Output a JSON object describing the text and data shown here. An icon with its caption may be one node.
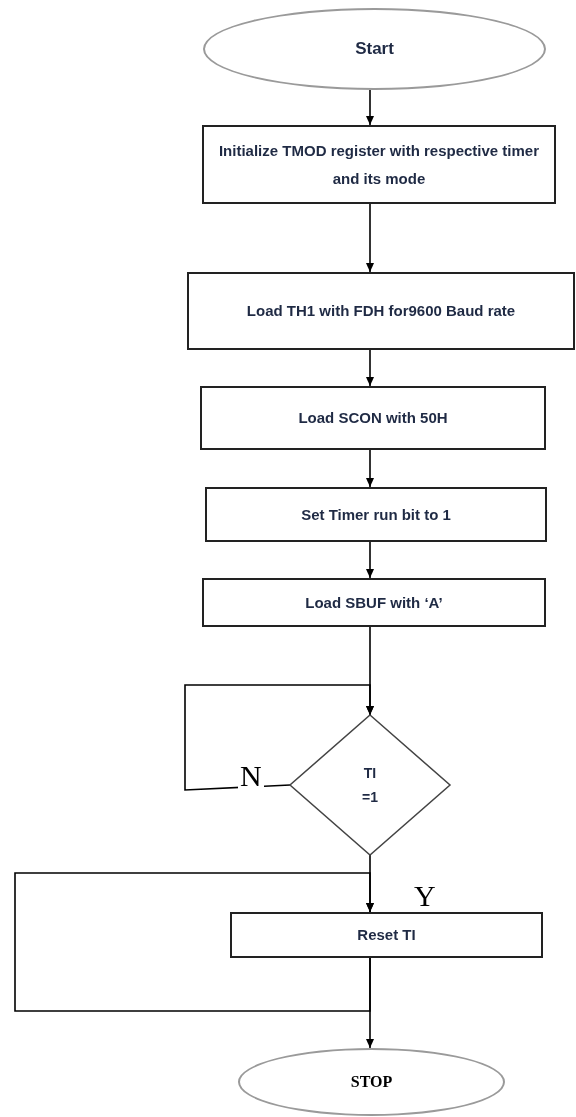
{
  "diagram": {
    "nodes": [
      {
        "text": [
          "Start"
        ]
      },
      {
        "text": [
          "Initialize TMOD register with respective timer and its mode"
        ]
      },
      {
        "text": [
          "Load TH1 with FDH for9600 Baud rate"
        ]
      },
      {
        "text": [
          "Load SCON with 50H"
        ]
      },
      {
        "text": [
          "Set Timer run bit to 1"
        ]
      },
      {
        "text": [
          "Load SBUF with ‘A’"
        ]
      },
      {
        "text": [
          "TI =1"
        ]
      },
      {
        "text": [
          "Reset TI"
        ]
      },
      {
        "text": [
          "STOP"
        ]
      }
    ],
    "edges": [
      {
        "from": 0,
        "to": 1,
        "arrow": "to"
      },
      {
        "from": 1,
        "to": 2,
        "arrow": "to"
      },
      {
        "from": 2,
        "to": 3,
        "arrow": "to"
      },
      {
        "from": 3,
        "to": 4,
        "arrow": "to"
      },
      {
        "from": 4,
        "to": 5,
        "arrow": "to"
      },
      {
        "from": 5,
        "to": 6,
        "arrow": "to"
      },
      {
        "from": 6,
        "to": 6,
        "label": "N",
        "arrow": "to"
      },
      {
        "from": 6,
        "to": 7,
        "label": "Y",
        "arrow": "to"
      },
      {
        "from": 7,
        "to": 7,
        "arrow": "to"
      },
      {
        "from": 7,
        "to": 8,
        "arrow": "to"
      }
    ]
  }
}
